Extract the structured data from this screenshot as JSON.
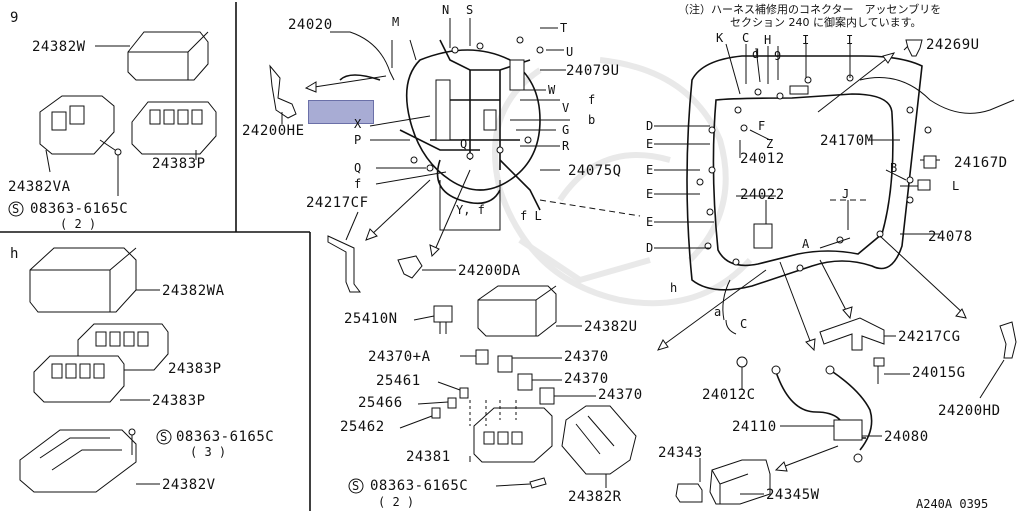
{
  "note": {
    "line1": "（注）ハーネス補修用のコネクター　アッセンブリを",
    "line2": "セクション 240 に御案内しています。"
  },
  "sections": {
    "g_label": "9",
    "h_label": "h"
  },
  "parts": {
    "p24382W": "24382W",
    "p24382VA": "24382VA",
    "p24383P_a": "24383P",
    "screw_a": "08363-6165C",
    "screw_a_qty": "( 2 )",
    "p24382WA": "24382WA",
    "p24383P_b": "24383P",
    "p24383P_c": "24383P",
    "screw_b": "08363-6165C",
    "screw_b_qty": "( 3 )",
    "p24382V": "24382V",
    "p24020": "24020",
    "p24200HE": "24200HE",
    "p24079U": "24079U",
    "p24075Q": "24075Q",
    "p24217CF": "24217CF",
    "p24200DA": "24200DA",
    "p25410N": "25410N",
    "p24382U": "24382U",
    "p24370A": "24370+A",
    "p24370_a": "24370",
    "p24370_b": "24370",
    "p24370_c": "24370",
    "p25461": "25461",
    "p25466": "25466",
    "p25462": "25462",
    "p24381": "24381",
    "p24382R": "24382R",
    "screw_c": "08363-6165C",
    "screw_c_qty": "( 2 )",
    "p24269U": "24269U",
    "p24170M": "24170M",
    "p24167D": "24167D",
    "p24012": "24012",
    "p24022": "24022",
    "p24078": "24078",
    "p24217CG": "24217CG",
    "p24015G": "24015G",
    "p24012C": "24012C",
    "p24200HD": "24200HD",
    "p24110": "24110",
    "p24080": "24080",
    "p24343": "24343",
    "p24345W": "24345W",
    "code": "A240A 0395"
  },
  "letters": {
    "M": "M",
    "N": "N",
    "S": "S",
    "T": "T",
    "U": "U",
    "W": "W",
    "V": "V",
    "f1": "f",
    "b1": "b",
    "G": "G",
    "R": "R",
    "X": "X",
    "P": "P",
    "Q1": "Q",
    "Q2": "Q",
    "f2": "f",
    "Yf": "Y, f",
    "fL": "f L",
    "K": "K",
    "C1": "C",
    "d1": "d",
    "H": "H",
    "g2": "9",
    "I1": "I",
    "I2": "I",
    "D1": "D",
    "E1": "E",
    "F": "F",
    "Z": "Z",
    "E2": "E",
    "E3": "E",
    "E4": "E",
    "D2": "D",
    "J": "J",
    "A": "A",
    "B": "B",
    "L": "L",
    "h2": "h",
    "a": "a",
    "C2": "C"
  },
  "highlight_color": "#a8acd4"
}
